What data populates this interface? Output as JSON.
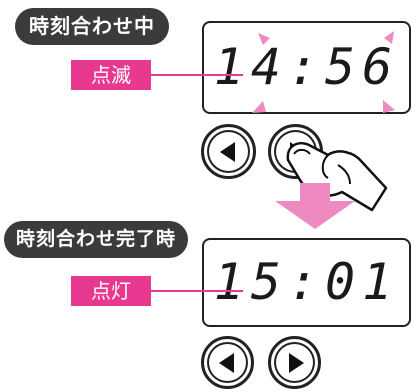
{
  "top": {
    "header_label": "時刻合わせ中",
    "state_label": "点滅",
    "display_time": "14:56"
  },
  "bottom": {
    "header_label": "時刻合わせ完了時",
    "state_label": "点灯",
    "display_time": "15:01"
  },
  "icons": {
    "left_button": "left-arrow-icon",
    "right_button": "right-arrow-icon",
    "finger": "pointing-finger-icon",
    "transition": "down-arrow-icon",
    "blink_marks": "blink-sparkle-icon"
  },
  "colors": {
    "accent": "#e8388f",
    "label_dark": "#3b3b3b",
    "arrow": "#ef8ac0"
  }
}
